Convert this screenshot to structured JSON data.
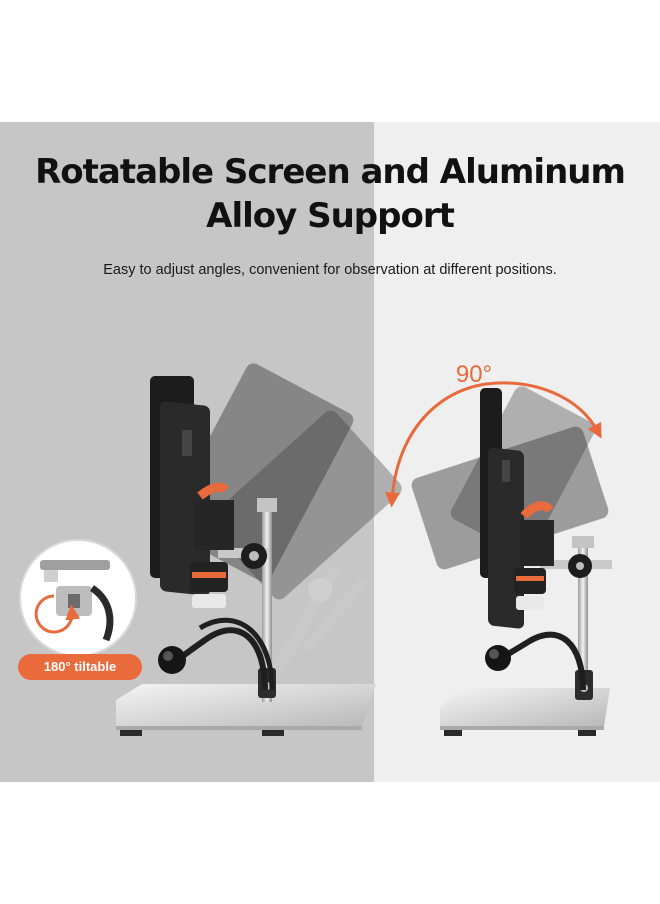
{
  "title_line1": "Rotatable Screen and Aluminum",
  "title_line2": "Alloy Support",
  "subtitle": "Easy to adjust angles, convenient for observation at different positions.",
  "rotation_label": "90°",
  "tilt_badge": "180° tiltable",
  "colors": {
    "accent": "#e96a3a",
    "left_panel": "#c6c6c6",
    "right_panel": "#efefef",
    "device_body": "#262626",
    "steel": "#d8d8d8"
  }
}
